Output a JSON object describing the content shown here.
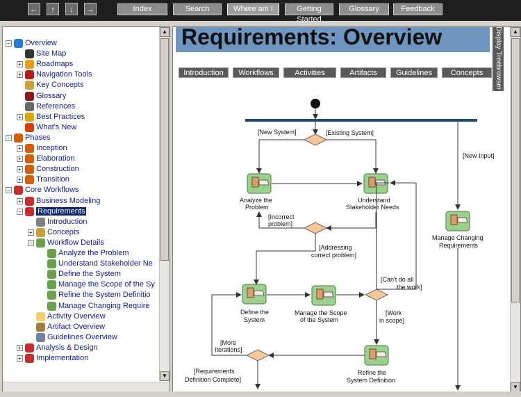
{
  "toolbar": {
    "nav_icons": [
      "back-arrow",
      "up-arrow",
      "down-arrow",
      "forward-arrow"
    ],
    "buttons": [
      "Index",
      "Search",
      "Where am I",
      "Getting Started",
      "Glossary",
      "Feedback"
    ]
  },
  "tree": {
    "items": [
      {
        "label": "Overview",
        "icon": "globe-icon",
        "pm": "minus"
      },
      {
        "label": "Site Map",
        "icon": "binoculars-icon",
        "pm": ""
      },
      {
        "label": "Roadmaps",
        "icon": "lightning-icon",
        "pm": "plus"
      },
      {
        "label": "Navigation Tools",
        "icon": "compass-icon",
        "pm": "plus"
      },
      {
        "label": "Key Concepts",
        "icon": "key-icon",
        "pm": ""
      },
      {
        "label": "Glossary",
        "icon": "book-icon",
        "pm": ""
      },
      {
        "label": "References",
        "icon": "books-icon",
        "pm": ""
      },
      {
        "label": "Best Practices",
        "icon": "trophy-icon",
        "pm": "plus"
      },
      {
        "label": "What's New",
        "icon": "new-badge-icon",
        "pm": ""
      },
      {
        "label": "Phases",
        "icon": "phase-wheel-icon",
        "pm": "minus"
      },
      {
        "label": "Inception",
        "icon": "phase-wheel-icon",
        "pm": "plus"
      },
      {
        "label": "Elaboration",
        "icon": "phase-wheel-icon",
        "pm": "plus"
      },
      {
        "label": "Construction",
        "icon": "phase-wheel-icon",
        "pm": "plus"
      },
      {
        "label": "Transition",
        "icon": "phase-wheel-icon",
        "pm": "plus"
      },
      {
        "label": "Core Workflows",
        "icon": "workflow-icon",
        "pm": "minus"
      },
      {
        "label": "Business Modeling",
        "icon": "workflow-icon",
        "pm": "plus"
      },
      {
        "label": "Requirements",
        "icon": "workflow-icon",
        "pm": "minus"
      },
      {
        "label": "Introduction",
        "icon": "doc-icon",
        "pm": ""
      },
      {
        "label": "Concepts",
        "icon": "key-icon",
        "pm": "plus"
      },
      {
        "label": "Workflow Details",
        "icon": "activity-icon",
        "pm": "minus"
      },
      {
        "label": "Analyze the Problem",
        "icon": "activity-icon",
        "pm": ""
      },
      {
        "label": "Understand Stakeholder Ne",
        "icon": "activity-icon",
        "pm": ""
      },
      {
        "label": "Define the System",
        "icon": "activity-icon",
        "pm": ""
      },
      {
        "label": "Manage the Scope of the Sy",
        "icon": "activity-icon",
        "pm": ""
      },
      {
        "label": "Refine the System Definitio",
        "icon": "activity-icon",
        "pm": ""
      },
      {
        "label": "Manage Changing Require",
        "icon": "activity-icon",
        "pm": ""
      },
      {
        "label": "Activity Overview",
        "icon": "folder-icon",
        "pm": ""
      },
      {
        "label": "Artifact Overview",
        "icon": "artifact-icon",
        "pm": ""
      },
      {
        "label": "Guidelines Overview",
        "icon": "guidelines-icon",
        "pm": ""
      },
      {
        "label": "Analysis & Design",
        "icon": "workflow-icon",
        "pm": "plus"
      },
      {
        "label": "Implementation",
        "icon": "workflow-icon",
        "pm": "plus"
      }
    ],
    "selected": "Requirements"
  },
  "main": {
    "title": "Requirements: Overview",
    "tabs": [
      "Introduction",
      "Workflows",
      "Activities",
      "Artifacts",
      "Guidelines",
      "Concepts"
    ],
    "side_tab": "Display Treebrowser"
  },
  "diagram": {
    "activities": [
      {
        "label1": "Analyze the",
        "label2": "Problem"
      },
      {
        "label1": "Understand",
        "label2": "Stakeholder Needs"
      },
      {
        "label1": "Manage Changing",
        "label2": "Requirements"
      },
      {
        "label1": "Define the",
        "label2": "System"
      },
      {
        "label1": "Manage the Scope",
        "label2": "of the System"
      },
      {
        "label1": "Refine the",
        "label2": "System Definition"
      }
    ],
    "guards": {
      "new_system": "[New System]",
      "existing_system": "[Existing System]",
      "new_input": "[New Input]",
      "incorrect_problem_1": "[Incorrect",
      "incorrect_problem_2": "problem]",
      "addressing_1": "[Addressing",
      "addressing_2": "correct problem]",
      "cant_do_1": "[Can't do all",
      "cant_do_2": "the work]",
      "work_in_scope_1": "[Work",
      "work_in_scope_2": "in scope]",
      "more_iterations_1": "[More",
      "more_iterations_2": "Iterations]",
      "req_complete_1": "[Requirements",
      "req_complete_2": "Definition Complete]"
    }
  }
}
